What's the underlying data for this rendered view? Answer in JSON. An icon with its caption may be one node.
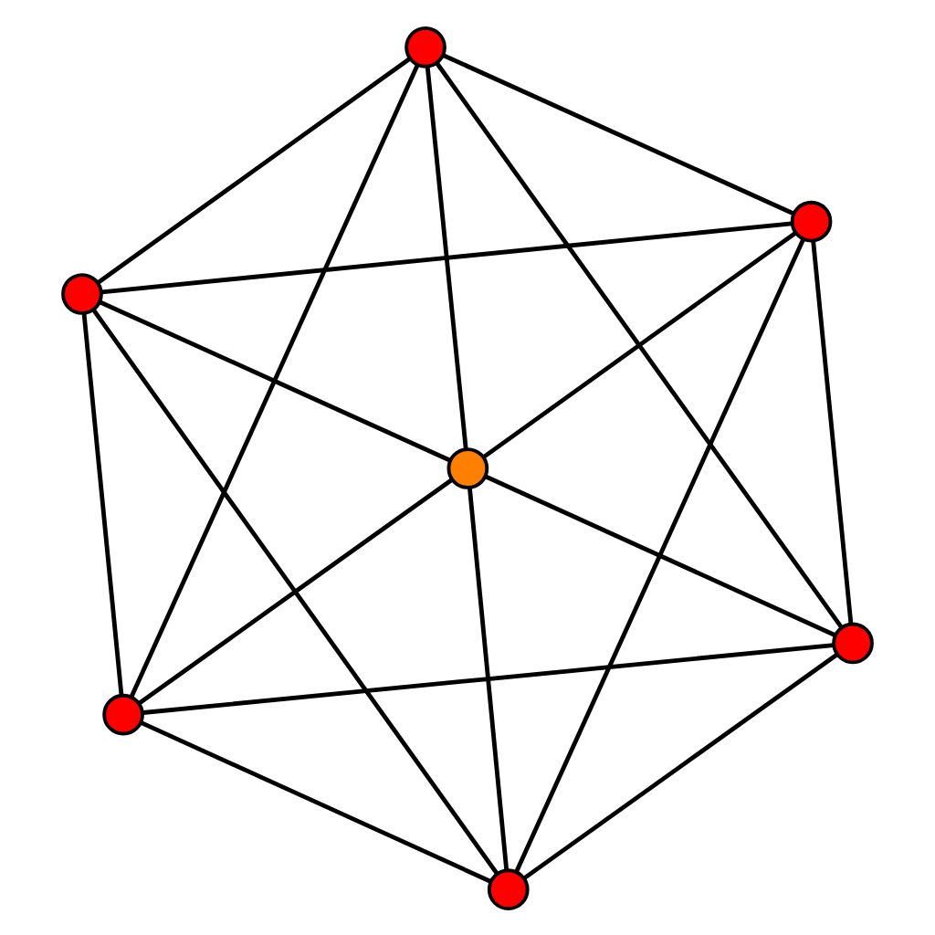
{
  "diagram": {
    "nodes": [
      {
        "text": [],
        "shape": "circle"
      },
      {
        "text": [],
        "shape": "circle"
      },
      {
        "text": [],
        "shape": "circle"
      },
      {
        "text": [],
        "shape": "circle"
      },
      {
        "text": [],
        "shape": "circle"
      },
      {
        "text": [],
        "shape": "circle"
      },
      {
        "text": [],
        "shape": "circle"
      }
    ],
    "edges": [
      {
        "from": 0,
        "to": 1,
        "arrow": "none"
      },
      {
        "from": 1,
        "to": 4,
        "arrow": "none"
      },
      {
        "from": 4,
        "to": 6,
        "arrow": "none"
      },
      {
        "from": 6,
        "to": 5,
        "arrow": "none"
      },
      {
        "from": 5,
        "to": 2,
        "arrow": "none"
      },
      {
        "from": 2,
        "to": 0,
        "arrow": "none"
      },
      {
        "from": 0,
        "to": 5,
        "arrow": "none"
      },
      {
        "from": 1,
        "to": 6,
        "arrow": "none"
      },
      {
        "from": 0,
        "to": 4,
        "arrow": "none"
      },
      {
        "from": 1,
        "to": 2,
        "arrow": "none"
      },
      {
        "from": 2,
        "to": 6,
        "arrow": "none"
      },
      {
        "from": 4,
        "to": 5,
        "arrow": "none"
      },
      {
        "from": 0,
        "to": 3,
        "arrow": "none"
      },
      {
        "from": 1,
        "to": 3,
        "arrow": "none"
      },
      {
        "from": 2,
        "to": 3,
        "arrow": "none"
      },
      {
        "from": 3,
        "to": 4,
        "arrow": "none"
      },
      {
        "from": 3,
        "to": 5,
        "arrow": "none"
      },
      {
        "from": 3,
        "to": 6,
        "arrow": "none"
      }
    ]
  }
}
